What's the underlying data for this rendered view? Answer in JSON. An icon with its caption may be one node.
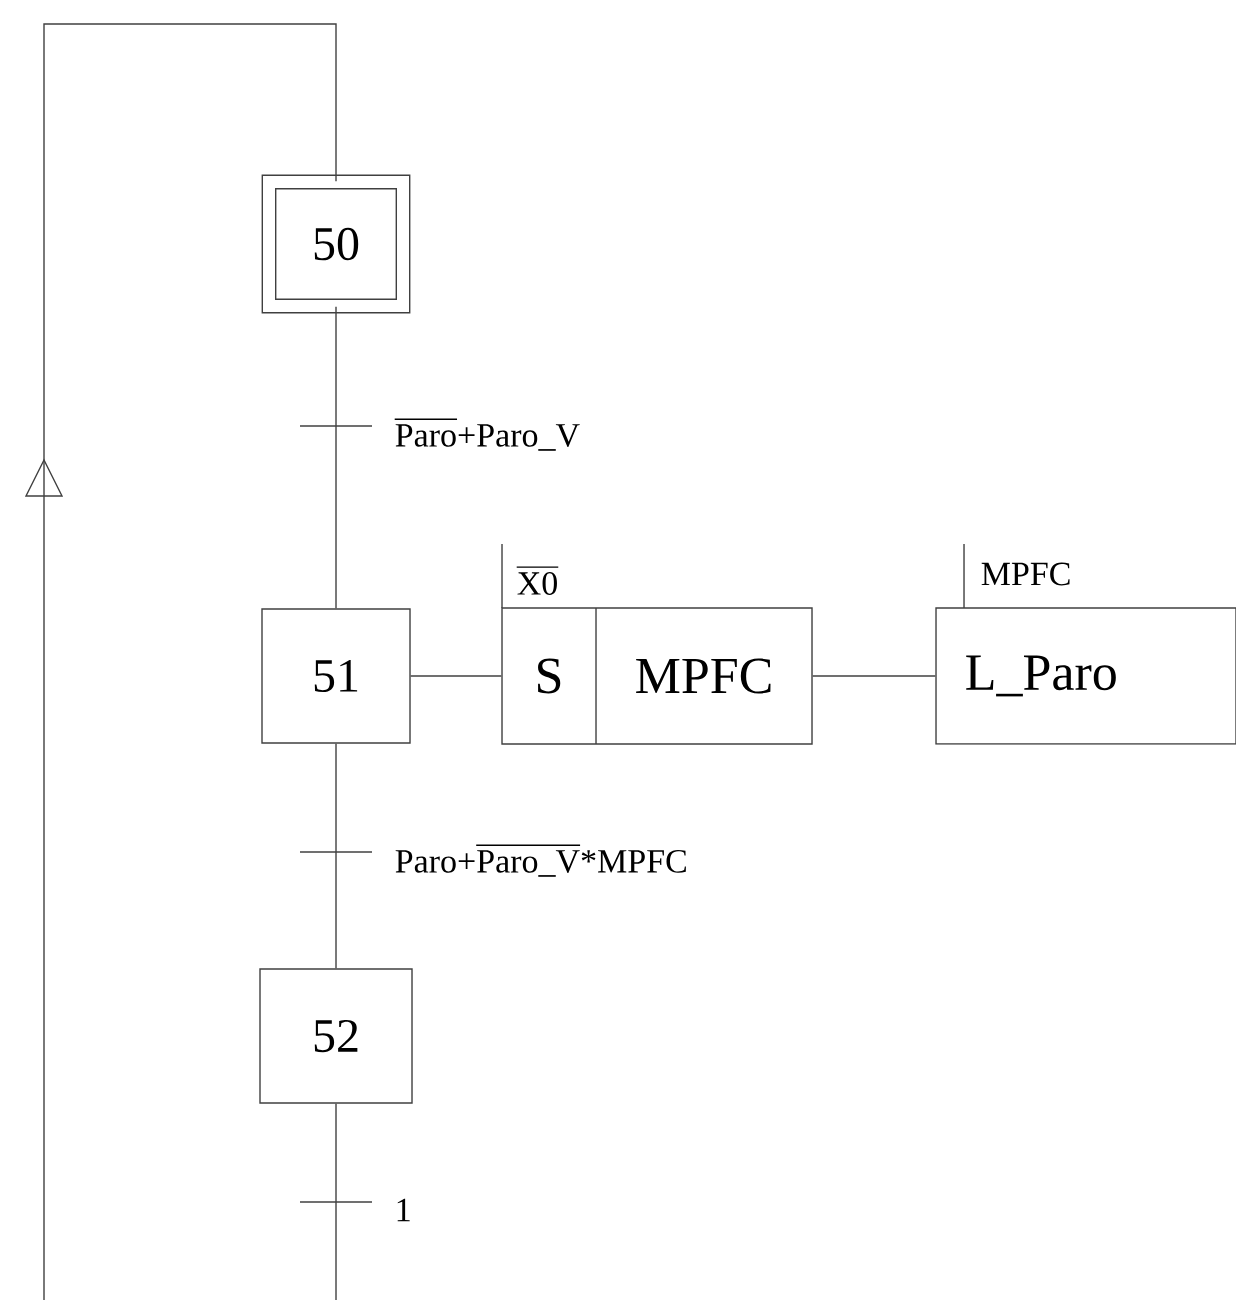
{
  "diagram": {
    "nodes": [
      {
        "text": [
          "50"
        ]
      },
      {
        "text": [
          "51"
        ]
      },
      {
        "text": [
          "S",
          "MPFC"
        ],
        "beside": [
          "\\overline{\\text{X0}}"
        ]
      },
      {
        "text": [
          "L_Paro"
        ],
        "beside": [
          "MPFC"
        ]
      },
      {
        "text": [
          "52"
        ]
      }
    ],
    "edges": [
      {
        "from": 0,
        "to": 1,
        "arrow": "none",
        "label": "\\overline{\\text{Paro}}\\text{+Paro\\_V}"
      },
      {
        "from": 1,
        "to": 4,
        "arrow": "none",
        "label": "\\text{Paro+}\\overline{\\text{Paro\\_V}}\\text{*MPFC}"
      },
      {
        "from": 4,
        "to": 0,
        "arrow": "to",
        "label": "1"
      },
      {
        "from": 1,
        "to": 2,
        "arrow": "none"
      },
      {
        "from": 2,
        "to": 3,
        "arrow": "none"
      }
    ]
  }
}
